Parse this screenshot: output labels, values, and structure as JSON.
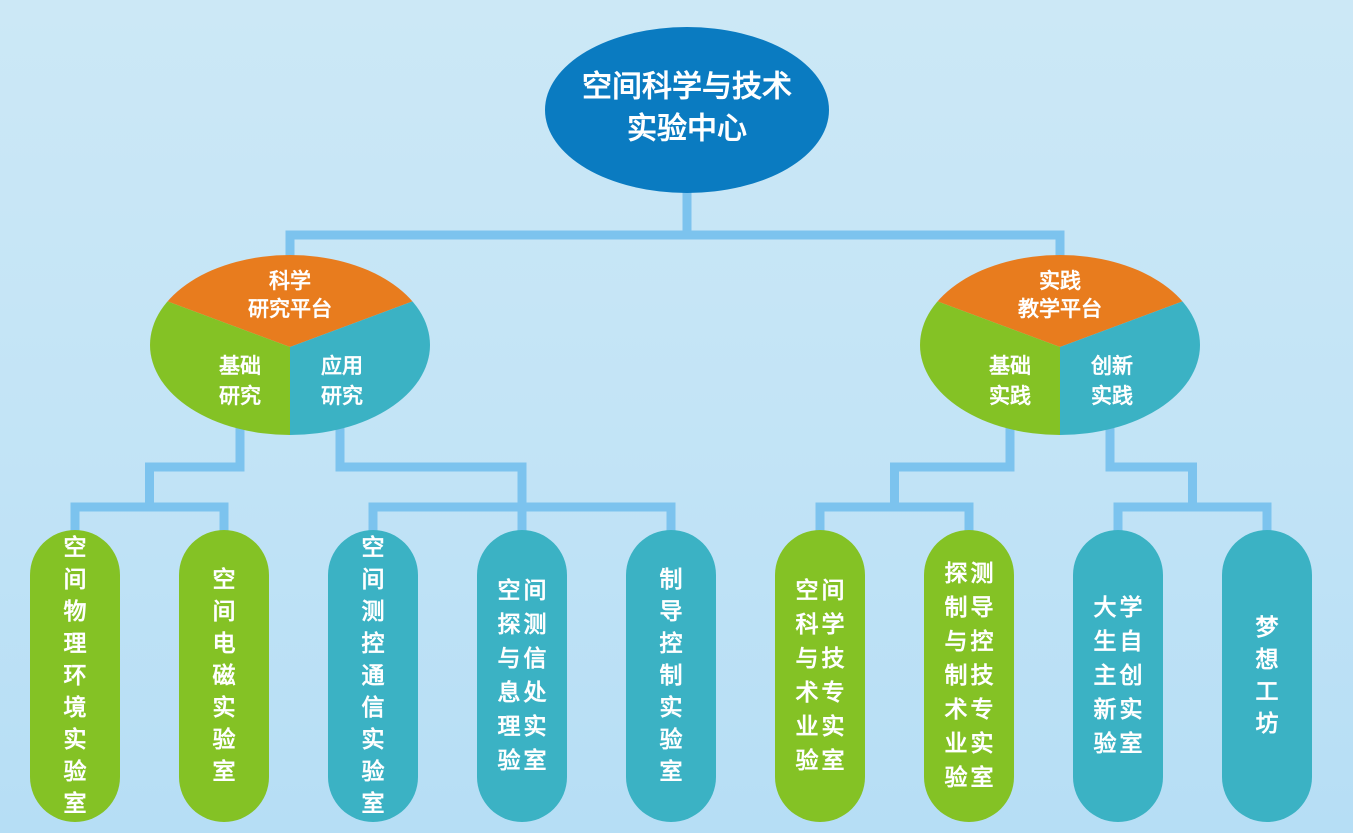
{
  "diagram": {
    "type": "org-tree",
    "colors": {
      "background_top": "#cce8f6",
      "background_bottom": "#b6def5",
      "connector": "#7cc3ee",
      "root": "#0a7bc1",
      "platform_top": "#e87c1e",
      "basic": "#84c225",
      "advanced": "#3bb2c4",
      "text": "#ffffff"
    },
    "root": {
      "lines": [
        "空间科学与技术",
        "实验中心"
      ]
    },
    "platforms": [
      {
        "id": "research",
        "title_lines": [
          "科学",
          "研究平台"
        ],
        "left_lines": [
          "基础",
          "研究"
        ],
        "right_lines": [
          "应用",
          "研究"
        ],
        "left_labs": [
          {
            "text": "空间物理环境实验室",
            "columns": 1
          },
          {
            "text": "空间电磁实验室",
            "columns": 1
          }
        ],
        "right_labs": [
          {
            "text": "空间测控通信实验室",
            "columns": 1
          },
          {
            "text": "空间探测与信息处理实验室",
            "columns": 2
          },
          {
            "text": "制导控制实验室",
            "columns": 1
          }
        ]
      },
      {
        "id": "teaching",
        "title_lines": [
          "实践",
          "教学平台"
        ],
        "left_lines": [
          "基础",
          "实践"
        ],
        "right_lines": [
          "创新",
          "实践"
        ],
        "left_labs": [
          {
            "text": "空间科学与技术专业实验室",
            "columns": 2
          },
          {
            "text": "探测制导与控制技术专业实验室",
            "columns": 2
          }
        ],
        "right_labs": [
          {
            "text": "大学生自主创新实验室",
            "columns": 2
          },
          {
            "text": "梦想工坊",
            "columns": 1
          }
        ]
      }
    ]
  }
}
